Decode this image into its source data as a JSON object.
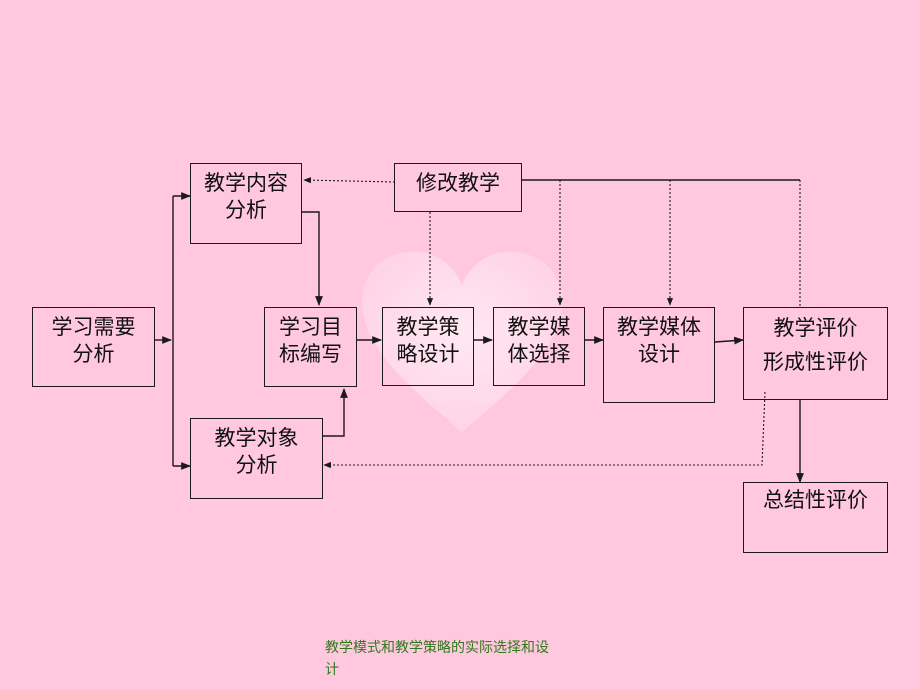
{
  "nodes": {
    "needs": [
      "学习需要",
      "分析"
    ],
    "content": [
      "教学内容",
      "分析"
    ],
    "objectives": [
      "学习目",
      "标编写"
    ],
    "learner": [
      "教学对象",
      "分析"
    ],
    "revise": [
      "修改教学"
    ],
    "strategy": [
      "教学策",
      "略设计"
    ],
    "media_select": [
      "教学媒",
      "体选择"
    ],
    "media_design": [
      "教学媒体",
      "设计"
    ],
    "formative": [
      "教学评价",
      "形成性评价"
    ],
    "summative": [
      "总结性评价"
    ]
  },
  "footer": [
    "教学模式和教学策略的实际选择和设",
    "计"
  ],
  "colors": {
    "background": "#ffc8de",
    "line": "#1a1a1a",
    "footer_text": "#2f7a1c"
  }
}
